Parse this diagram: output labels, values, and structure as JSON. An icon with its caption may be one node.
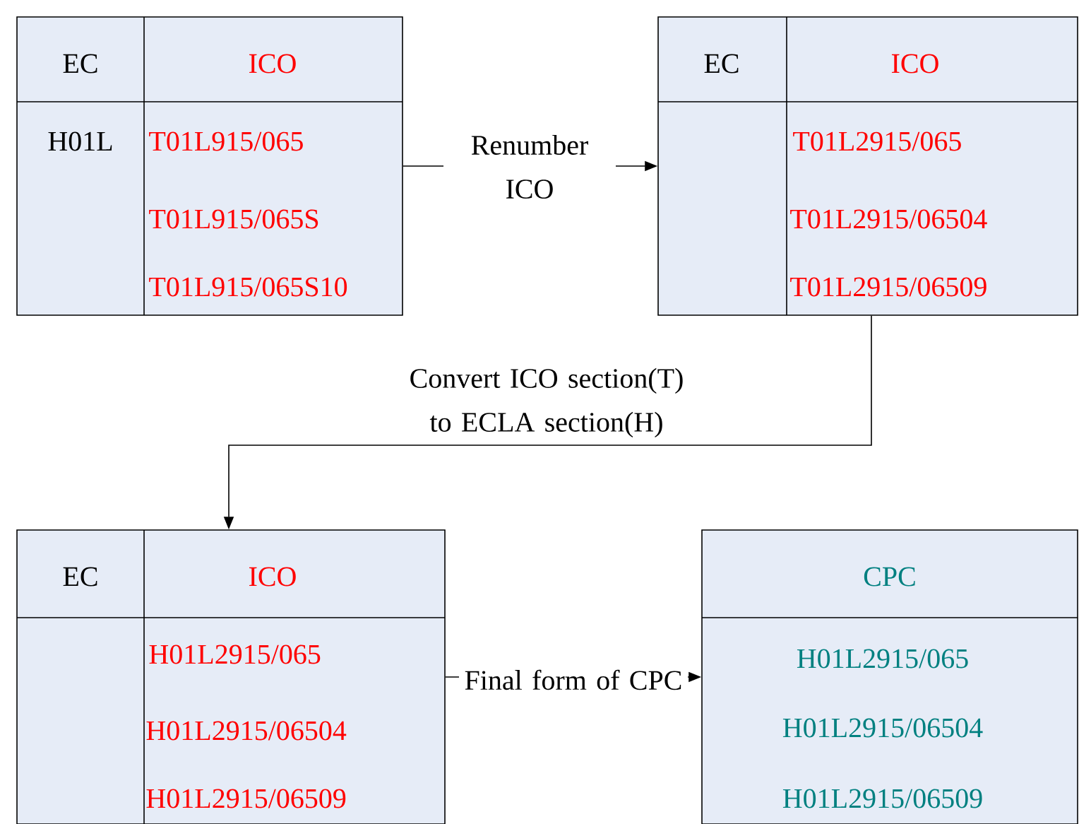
{
  "diagram": {
    "nodes": [
      {
        "text": [
          "EC",
          "ICO",
          "H01L",
          "T01L915/065",
          "T01L915/065S",
          "T01L915/065S10"
        ]
      },
      {
        "text": [
          "EC",
          "ICO",
          "T01L2915/065",
          "T01L2915/06504",
          "T01L2915/06509"
        ]
      },
      {
        "text": [
          "EC",
          "ICO",
          "H01L2915/065",
          "H01L2915/06504",
          "H01L2915/06509"
        ]
      },
      {
        "text": [
          "CPC",
          "H01L2915/065",
          "H01L2915/06504",
          "H01L2915/06509"
        ]
      }
    ],
    "edges": [
      {
        "from": 0,
        "to": 1,
        "arrow": "to",
        "label": "Renumber ICO"
      },
      {
        "from": 1,
        "to": 2,
        "arrow": "to",
        "label": "Convert ICO section(T) to ECLA section(H)"
      },
      {
        "from": 2,
        "to": 3,
        "arrow": "to",
        "label": "Final form of CPC"
      }
    ]
  }
}
